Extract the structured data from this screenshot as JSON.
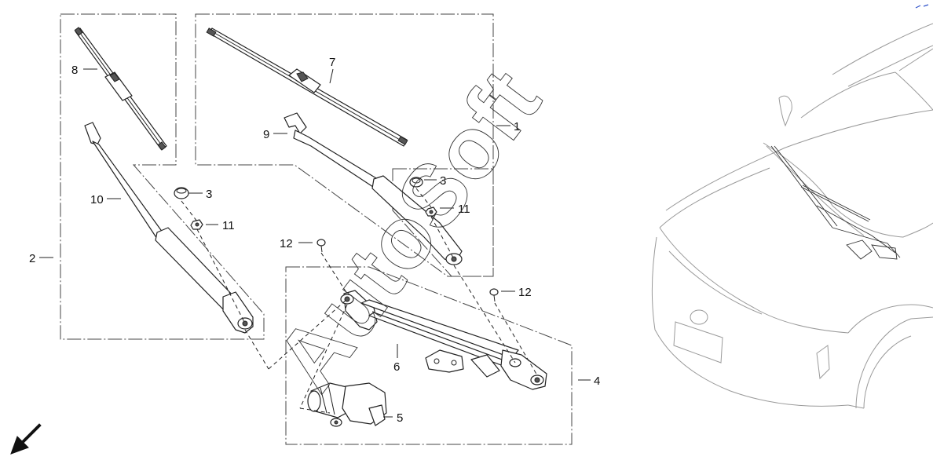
{
  "diagram": {
    "callouts": [
      {
        "id": "c1",
        "text": "1"
      },
      {
        "id": "c2",
        "text": "2"
      },
      {
        "id": "c3a",
        "text": "3"
      },
      {
        "id": "c3b",
        "text": "3"
      },
      {
        "id": "c4",
        "text": "4"
      },
      {
        "id": "c5",
        "text": "5"
      },
      {
        "id": "c6",
        "text": "6"
      },
      {
        "id": "c7",
        "text": "7"
      },
      {
        "id": "c8",
        "text": "8"
      },
      {
        "id": "c9",
        "text": "9"
      },
      {
        "id": "c10",
        "text": "10"
      },
      {
        "id": "c11a",
        "text": "11"
      },
      {
        "id": "c11b",
        "text": "11"
      },
      {
        "id": "c12a",
        "text": "12"
      },
      {
        "id": "c12b",
        "text": "12"
      }
    ]
  },
  "watermark": {
    "text": "AutoSoft"
  },
  "icons": {
    "front_direction": "arrow-down-left-icon",
    "corner_mark": "small-blue-mark"
  },
  "colors": {
    "line": "#222222",
    "frame": "#444444",
    "car_outline": "#9a9a9a",
    "corner_mark": "#3355cc"
  }
}
